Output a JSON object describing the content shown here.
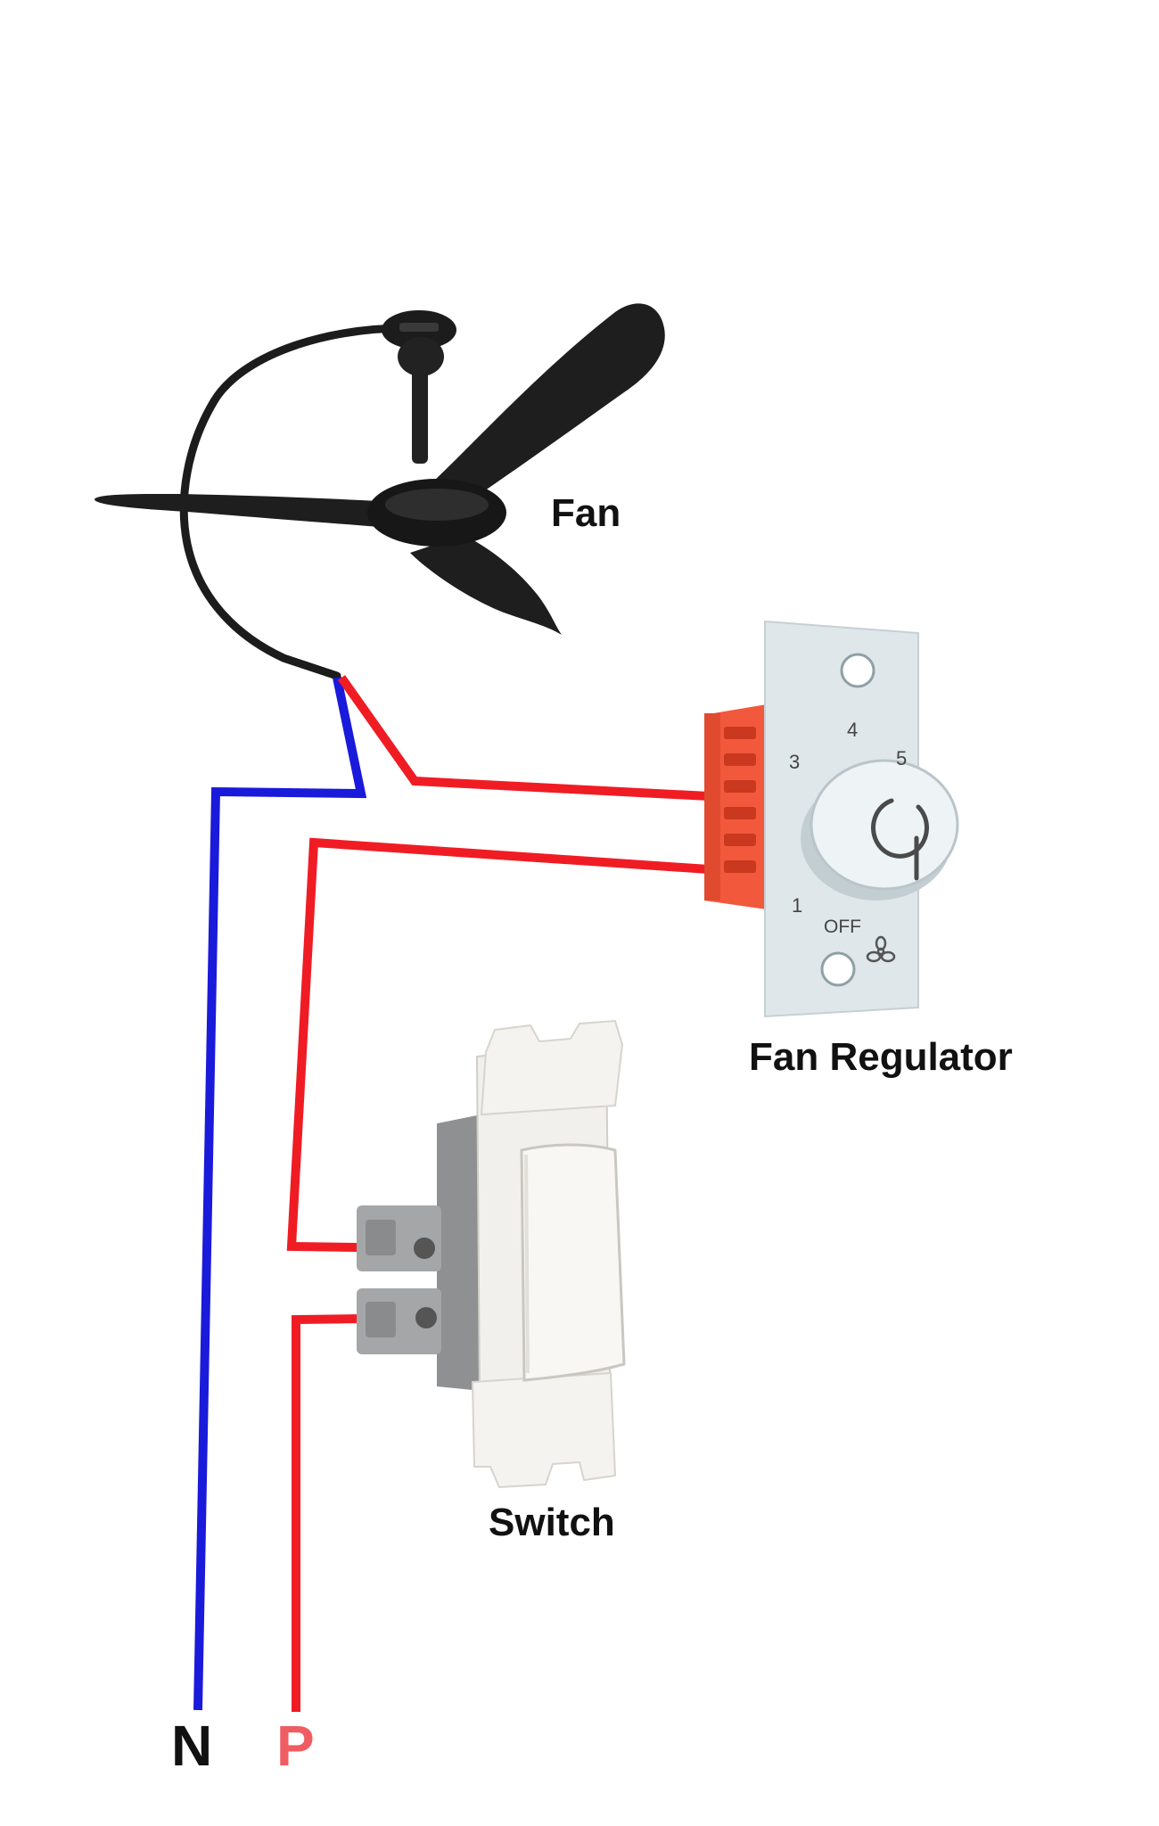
{
  "labels": {
    "fan": "Fan",
    "regulator": "Fan Regulator",
    "switch": "Switch",
    "neutral": "N",
    "phase": "P"
  },
  "regulator_markings": {
    "step_1": "1",
    "step_3": "3",
    "step_4": "4",
    "step_5": "5",
    "off": "OFF"
  },
  "colors": {
    "neutral_wire": "#1a1adb",
    "phase_wire": "#f01c24",
    "phase_label": "#ef5d63",
    "fan_body": "#1c1c1c",
    "regulator_plate": "#dfe7ea",
    "regulator_housing": "#f2583c",
    "switch_body": "#f1f0ec",
    "switch_housing": "#8f9092"
  },
  "icons": {
    "fan_speed": "fan-icon"
  }
}
